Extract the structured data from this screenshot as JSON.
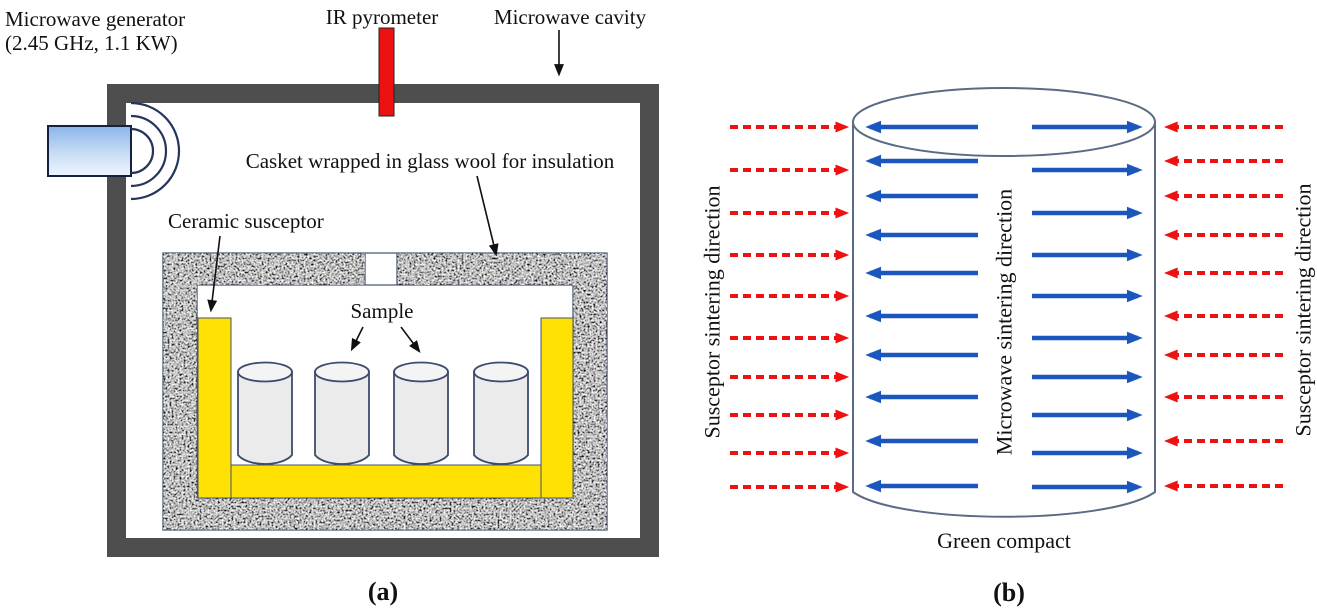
{
  "panel_a": {
    "labels": {
      "generator_line1": "Microwave generator",
      "generator_line2": "(2.45 GHz, 1.1 KW)",
      "pyrometer": "IR pyrometer",
      "cavity": "Microwave cavity",
      "casket": "Casket wrapped in glass wool for insulation",
      "susceptor": "Ceramic susceptor",
      "sample": "Sample",
      "panel_letter": "(a)"
    },
    "samples": {
      "count": 4,
      "centers_x": [
        265,
        342,
        421,
        501
      ]
    },
    "colors": {
      "cavity_wall": "#4e4e4e",
      "pyrometer_probe": "#ee1111",
      "susceptor_yellow": "#ffe204",
      "insulation_gray": "#cfcfcf",
      "sample_fill": "#ebebeb"
    }
  },
  "panel_b": {
    "labels": {
      "left_axis": "Susceptor sintering direction",
      "center_axis": "Microwave sintering direction",
      "right_axis": "Susceptor sintering direction",
      "caption": "Green compact",
      "panel_letter": "(b)"
    },
    "arrows": {
      "blue": {
        "color": "#1a56bd",
        "style": "solid",
        "per_side": 10,
        "left_rows_y": [
          127,
          161,
          196,
          235,
          273,
          316,
          355,
          397,
          441,
          486
        ],
        "right_rows_y": [
          127,
          170,
          213,
          255,
          296,
          338,
          377,
          415,
          453,
          487
        ]
      },
      "red": {
        "color": "#ee1111",
        "style": "dashed",
        "per_side": 10,
        "left_rows_y": [
          127,
          170,
          213,
          255,
          296,
          338,
          377,
          415,
          453,
          487
        ],
        "right_rows_y": [
          127,
          161,
          196,
          235,
          273,
          316,
          355,
          397,
          441,
          486
        ]
      }
    }
  }
}
